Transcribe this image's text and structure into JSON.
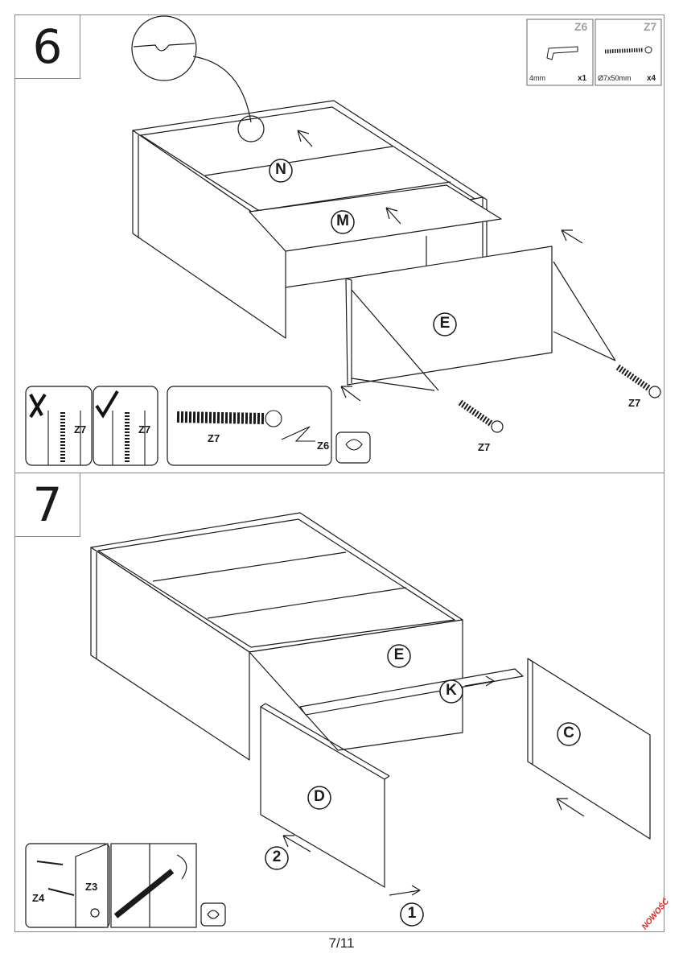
{
  "steps": {
    "step6": {
      "number": "6",
      "parts": {
        "n": "N",
        "m": "M",
        "e": "E"
      },
      "hardware": [
        {
          "code": "Z6",
          "spec": "4mm",
          "qty": "x1",
          "icon": "hex-key-icon"
        },
        {
          "code": "Z7",
          "spec": "Ø7x50mm",
          "qty": "x4",
          "icon": "confirmat-screw-icon"
        }
      ],
      "callouts": {
        "wrong_label": "Z7",
        "right_label": "Z7",
        "screw_label": "Z7",
        "key_label": "Z6",
        "screw_a_label": "Z7",
        "screw_b_label": "Z7"
      },
      "symbols": {
        "wrong": "cross-mark-icon",
        "right": "check-mark-icon"
      }
    },
    "step7": {
      "number": "7",
      "parts": {
        "e": "E",
        "k": "K",
        "c": "C",
        "d": "D"
      },
      "order": {
        "first": "1",
        "second": "2"
      },
      "callouts": {
        "cam_label": "Z3",
        "dowel_label": "Z4"
      }
    }
  },
  "footer": {
    "page": "7/11",
    "badge": "NOWOŚĆ"
  },
  "colors": {
    "line": "#1a1a1a",
    "frame": "#8a8a8a",
    "badge": "#e0241c",
    "fill": "#ffffff"
  }
}
